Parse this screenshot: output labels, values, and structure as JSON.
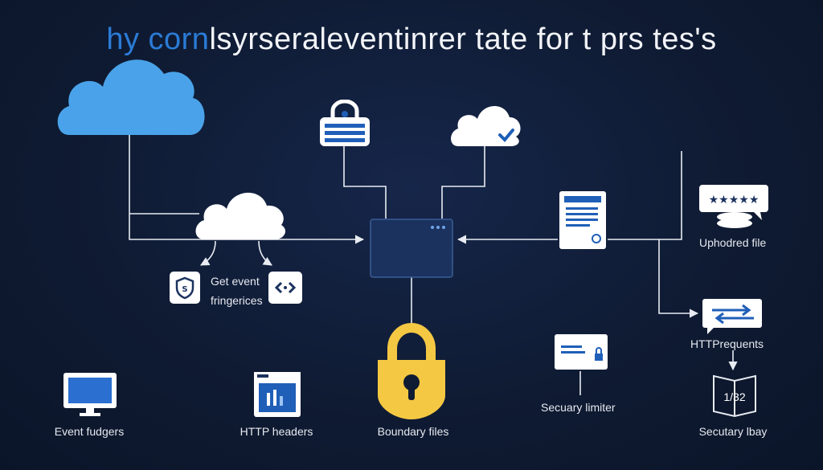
{
  "title": {
    "part1": "hy corn",
    "part2": "lsyrseraleventinrer tate for t prs tes's"
  },
  "labels": {
    "get_event": "Get event",
    "fringerices": "fringerices",
    "uploaded_file": "Uphodred file",
    "http_requests": "HTTPrequents",
    "event_fudgers": "Event fudgers",
    "http_headers": "HTTP headers",
    "boundary_files": "Boundary files",
    "secury_limiter": "Secuary limiter",
    "secutary_lbay": "Secutary lbay",
    "doc_number": "1/32",
    "stars": "★★★★★"
  },
  "colors": {
    "background": "#0f1b33",
    "accent_blue": "#2b7bd6",
    "cloud_blue": "#4aa3ea",
    "lock_yellow": "#f5c843",
    "line_white": "#e8ecf2",
    "hub_fill": "#1b325e"
  },
  "icons": [
    "cloud-icon",
    "cloud-icon",
    "cloud-check-icon",
    "server-lock-icon",
    "document-icon",
    "review-stars-icon",
    "transfer-arrows-icon",
    "shield-icon",
    "code-icon",
    "monitor-icon",
    "browser-window-icon",
    "padlock-icon",
    "card-lock-icon",
    "book-icon"
  ]
}
